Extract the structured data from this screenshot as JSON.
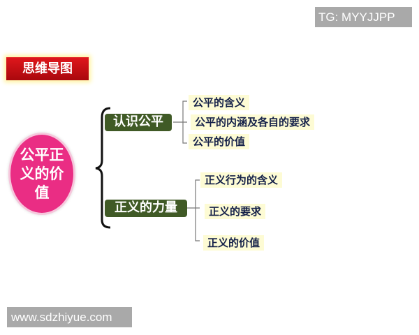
{
  "watermarks": {
    "top_right": "TG: MYYJJPP",
    "bottom_left": "www.sdzhiyue.com"
  },
  "title_badge": "思维导图",
  "mindmap": {
    "root": "公平正义的价值",
    "branches": [
      {
        "label": "认识公平",
        "children": [
          "公平的含义",
          "公平的内涵及各自的要求",
          "公平的价值"
        ]
      },
      {
        "label": "正义的力量",
        "children": [
          "正义行为的含义",
          "正义的要求",
          "正义的价值"
        ]
      }
    ]
  },
  "colors": {
    "title_red": "#d0101a",
    "root_pink": "#ea2d84",
    "branch_green": "#405a26",
    "leaf_bg": "#fdfbd4",
    "leaf_text": "#142048",
    "watermark_gray": "#a9a9a9"
  }
}
